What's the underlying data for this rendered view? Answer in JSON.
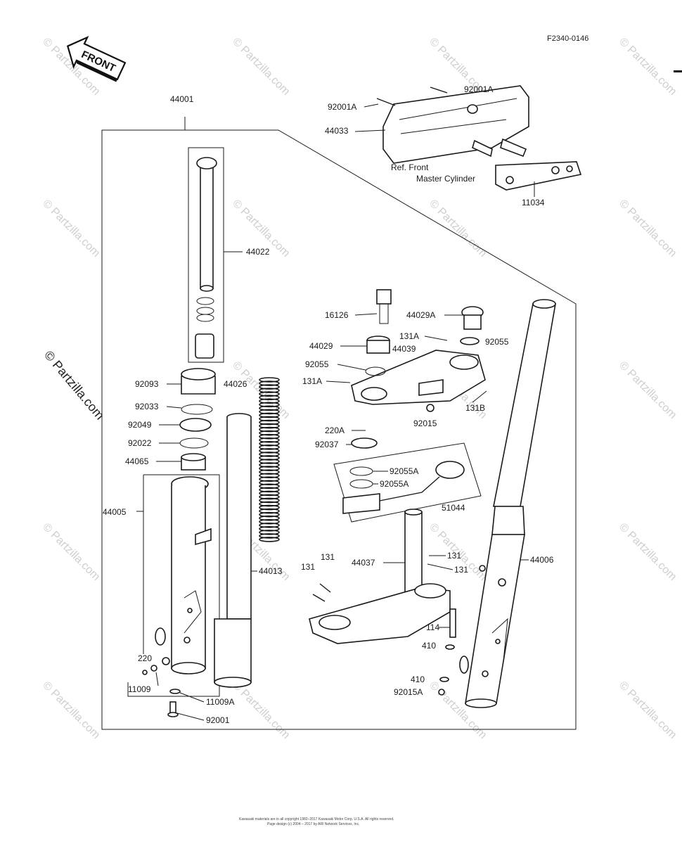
{
  "figure_code": "F2340-0146",
  "front_label": "FRONT",
  "watermark_text": "© Partzilla.com",
  "ref_note_line1": "Ref. Front",
  "ref_note_line2": "Master Cylinder",
  "copyright_line1": "Kawasaki materials are in all copyright 1982–2017 Kawasaki Motor Corp. U.S.A. All rights reserved.",
  "copyright_line2": "Page design (c) 2004 – 2017 by ARI Network Services, Inc.",
  "labels": {
    "p44001": "44001",
    "p92001A_top": "92001A",
    "p92001A_left": "92001A",
    "p44033": "44033",
    "p11034": "11034",
    "p44022": "44022",
    "p16126": "16126",
    "p44029A": "44029A",
    "p131A_a": "131A",
    "p92055_a": "92055",
    "p44029": "44029",
    "p44039": "44039",
    "p92055_b": "92055",
    "p131A_b": "131A",
    "p131B": "131B",
    "p92015": "92015",
    "p92093": "92093",
    "p44026": "44026",
    "p92033": "92033",
    "p92049": "92049",
    "p92022": "92022",
    "p44065": "44065",
    "p220A": "220A",
    "p92037": "92037",
    "p92055A_a": "92055A",
    "p92055A_b": "92055A",
    "p51044": "51044",
    "p44005": "44005",
    "p44013": "44013",
    "p131_a": "131",
    "p131_b": "131",
    "p131_c": "131",
    "p131_d": "131",
    "p44037": "44037",
    "p44006": "44006",
    "p114": "114",
    "p410_a": "410",
    "p410_b": "410",
    "p92015A": "92015A",
    "p220": "220",
    "p11009": "11009",
    "p11009A": "11009A",
    "p92001": "92001"
  }
}
